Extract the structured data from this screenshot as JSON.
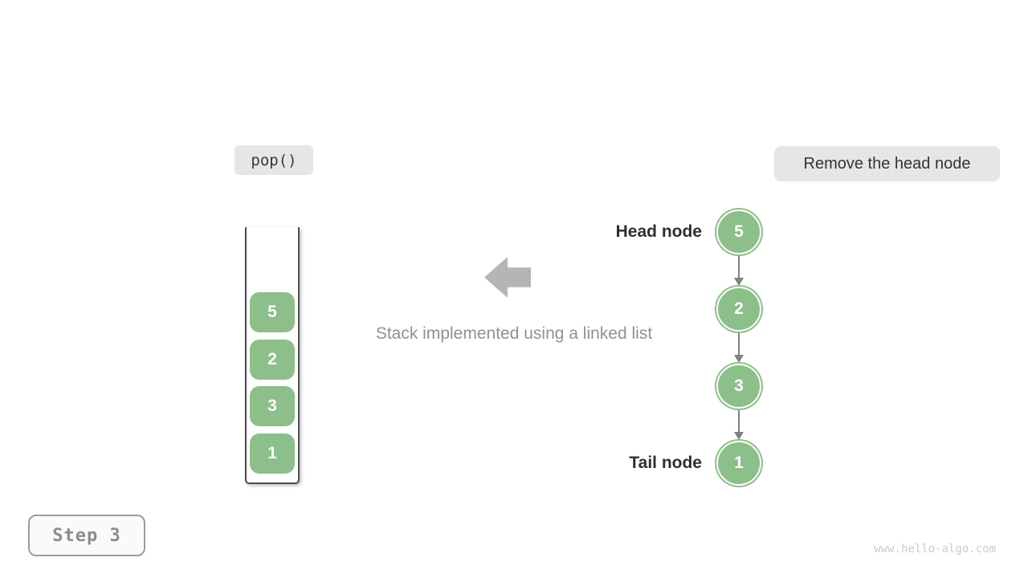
{
  "labels": {
    "operation": "pop()",
    "action": "Remove the head node",
    "caption": "Stack implemented using a linked list",
    "head_node": "Head node",
    "tail_node": "Tail node",
    "step": "Step 3",
    "watermark": "www.hello-algo.com"
  },
  "stack": {
    "items": [
      "5",
      "2",
      "3",
      "1"
    ]
  },
  "linked_list": {
    "nodes": [
      "5",
      "2",
      "3",
      "1"
    ]
  },
  "colors": {
    "node_green": "#8cbf8a",
    "badge_bg": "#e6e6e6",
    "dark_text": "#2f2f2f",
    "caption_gray": "#919191",
    "block_arrow_gray": "#b5b5b5",
    "link_arrow_gray": "#808080",
    "container_border": "#4d4d4d",
    "step_text": "#8c8c8c",
    "watermark_gray": "#cbcbcb"
  }
}
